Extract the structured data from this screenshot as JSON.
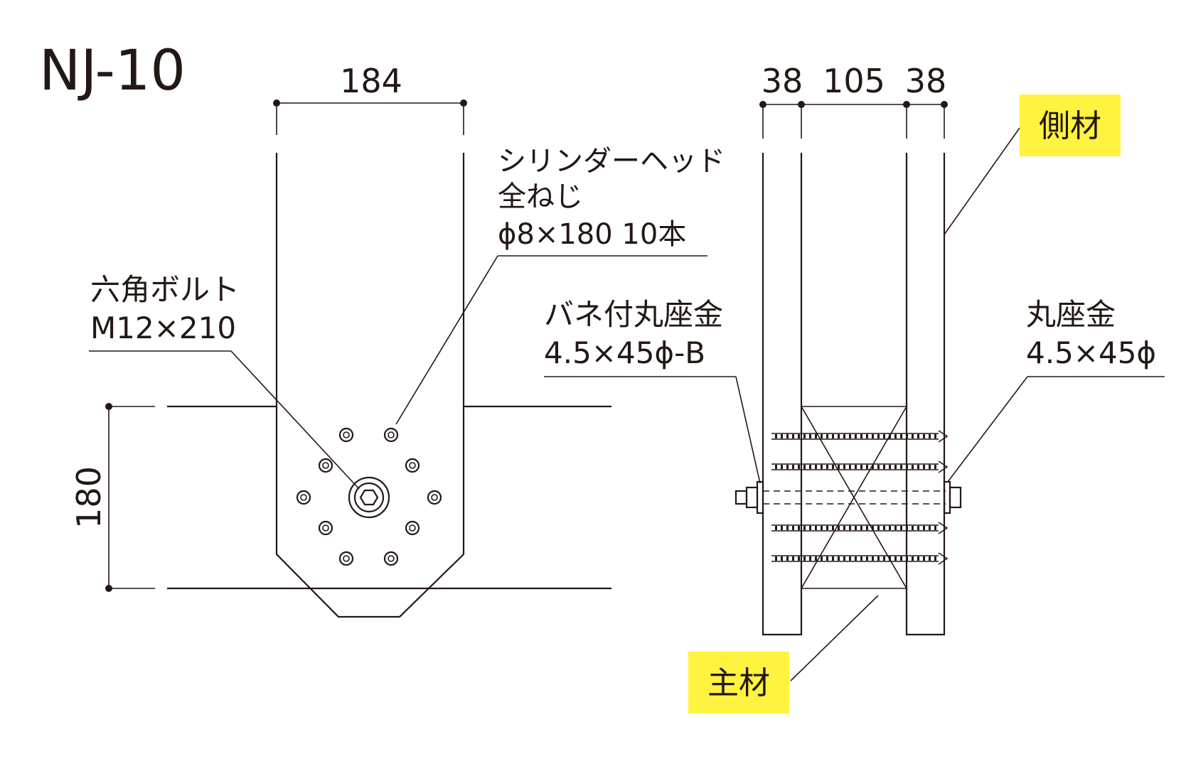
{
  "title": "NJ-10",
  "dimensions": {
    "plate_width": "184",
    "beam_height": "180",
    "side_left": "38",
    "main_width": "105",
    "side_right": "38"
  },
  "labels": {
    "screw_line1": "シリンダーヘッド",
    "screw_line2": "全ねじ",
    "screw_line3": "ϕ8×180 10本",
    "bolt_line1": "六角ボルト",
    "bolt_line2": "M12×210",
    "spring_washer_line1": "バネ付丸座金",
    "spring_washer_line2": "4.5×45ϕ-B",
    "washer_line1": "丸座金",
    "washer_line2": "4.5×45ϕ"
  },
  "highlights": {
    "side_member": "側材",
    "main_member": "主材",
    "highlight_color": "#fff33f"
  },
  "colors": {
    "line": "#231815",
    "background": "#ffffff"
  }
}
